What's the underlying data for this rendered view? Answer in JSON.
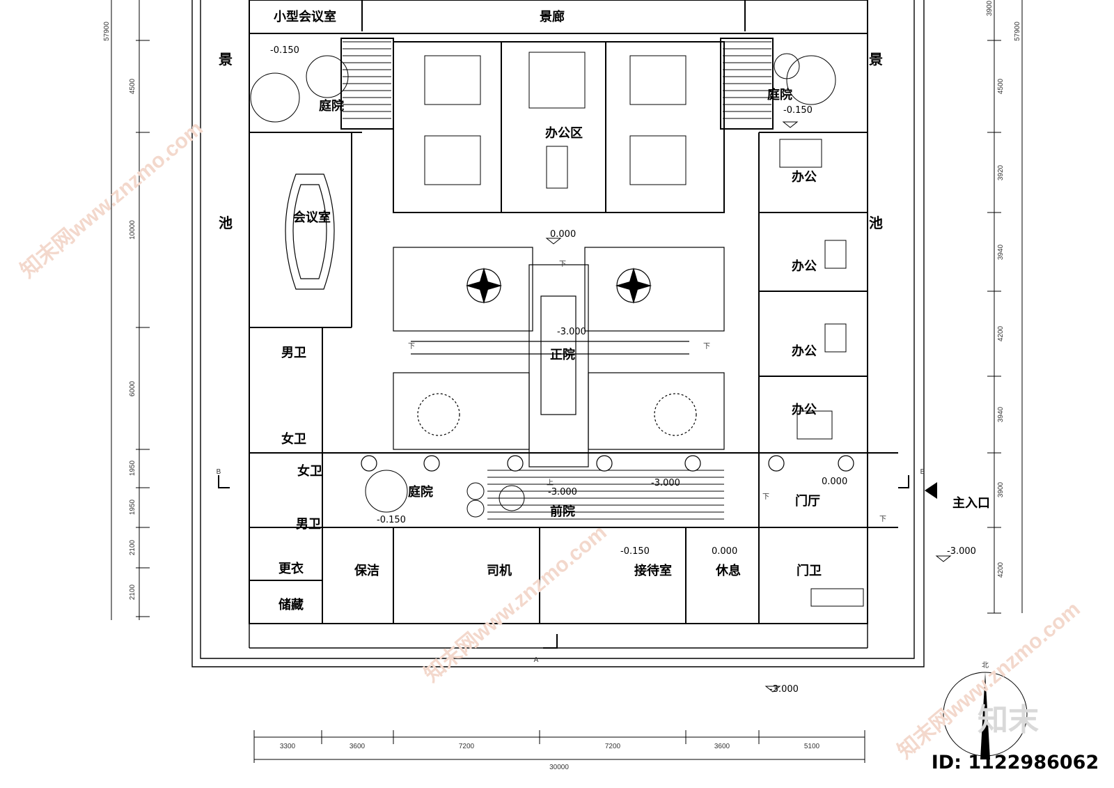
{
  "rooms": {
    "small_meeting": "小型会议室",
    "gallery": "景廊",
    "pond_top": "景",
    "pond_bottom": "池",
    "courtyard": "庭院",
    "office_area": "办公区",
    "meeting": "会议室",
    "office": "办公",
    "men_wc": "男卫",
    "women_wc": "女卫",
    "main_court": "正院",
    "front_court": "前院",
    "lobby": "门厅",
    "main_entrance": "主入口",
    "changing": "更衣",
    "cleaning": "保洁",
    "storage": "储藏",
    "driver": "司机",
    "reception": "接待室",
    "rest": "休息",
    "guard": "门卫"
  },
  "levels": {
    "minus_0150": "-0.150",
    "zero": "0.000",
    "minus_3000": "-3.000"
  },
  "markers": {
    "down": "下",
    "up": "上",
    "section_a": "A",
    "section_b": "B",
    "north": "北"
  },
  "dimensions": {
    "bottom": [
      "3300",
      "3600",
      "7200",
      "7200",
      "3600",
      "5100"
    ],
    "bottom_total": "30000",
    "left": [
      "4500",
      "10000",
      "6000",
      "1950",
      "1950",
      "2100",
      "2100"
    ],
    "left_total": "57900",
    "right": [
      "4500",
      "3920",
      "3940",
      "4200",
      "3940",
      "3900",
      "4200"
    ],
    "right_total": "57900",
    "right_top": "3900"
  },
  "watermark": {
    "text": "知末网www.znzmo.com",
    "logo": "知末",
    "id": "ID: 1122986062"
  }
}
